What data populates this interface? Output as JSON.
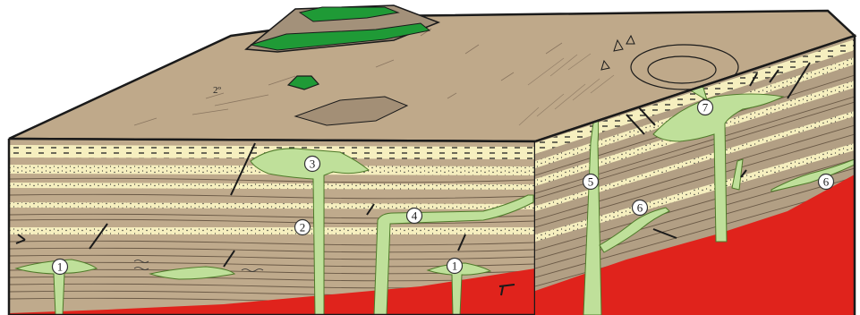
{
  "colors": {
    "top_surface": "#bfa98a",
    "front_face": "#bfaa8c",
    "side_face": "#b29f84",
    "sand_bed": "#f6efbf",
    "intrusion": "#bfe09a",
    "basement": "#e0231c",
    "plateau_green": "#1f9a36",
    "outline": "#1a1a1a",
    "layer_line": "#6b5a47"
  },
  "icons": {
    "fault": "fault-line-icon",
    "bed": "sand-bed-icon"
  },
  "surface_label": "2º",
  "labels": [
    {
      "id": "sill-1-left",
      "text": "1"
    },
    {
      "id": "dike-2",
      "text": "2"
    },
    {
      "id": "laccolith-3",
      "text": "3"
    },
    {
      "id": "sill-4",
      "text": "4"
    },
    {
      "id": "sill-1-right",
      "text": "1"
    },
    {
      "id": "dike-5",
      "text": "5"
    },
    {
      "id": "sill-6-lower",
      "text": "6"
    },
    {
      "id": "sill-6-upper",
      "text": "6"
    },
    {
      "id": "laccolith-7",
      "text": "7"
    }
  ]
}
